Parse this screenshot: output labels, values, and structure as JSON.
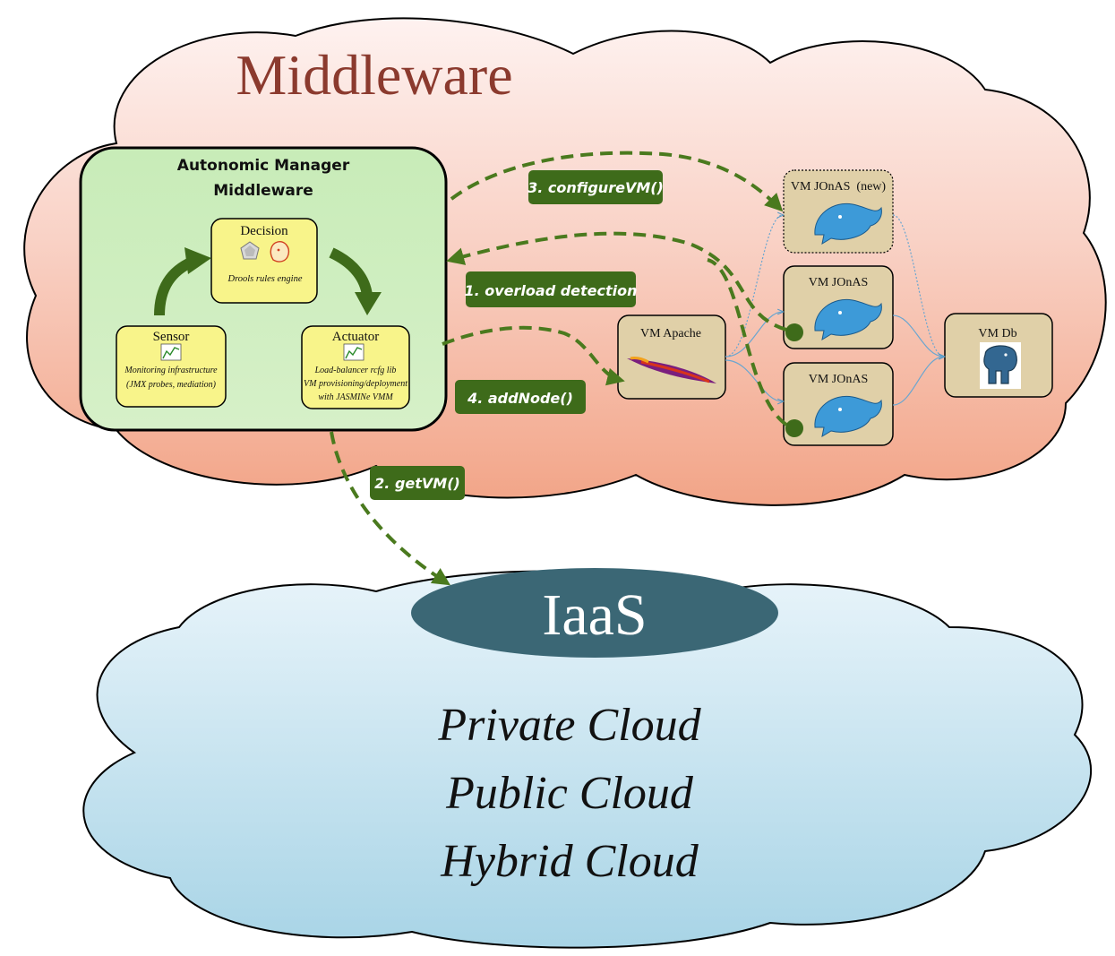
{
  "middleware": {
    "title": "Middleware"
  },
  "manager": {
    "title_line1": "Autonomic Manager",
    "title_line2": "Middleware",
    "decision": {
      "title": "Decision",
      "caption": "Drools rules engine"
    },
    "sensor": {
      "title": "Sensor",
      "caption_line1": "Monitoring infrastructure",
      "caption_line2": "(JMX probes, mediation)"
    },
    "actuator": {
      "title": "Actuator",
      "caption_line1": "Load-balancer rcfg lib",
      "caption_line2": "VM provisioning/deployment",
      "caption_line3": "with JASMINe VMM"
    }
  },
  "steps": {
    "step1": "1. overload detection",
    "step2": "2. getVM()",
    "step3": "3. configureVM()",
    "step4": "4. addNode()"
  },
  "vms": {
    "jonas_new": "VM JOnAS  (new)",
    "jonas1": "VM JOnAS",
    "jonas2": "VM JOnAS",
    "apache": "VM Apache",
    "db": "VM Db"
  },
  "iaas": {
    "title": "IaaS",
    "line1": "Private Cloud",
    "line2": "Public Cloud",
    "line3": "Hybrid Cloud"
  },
  "colors": {
    "middleware_title": "#8b3a2e",
    "manager_fill": "#c4e8b4",
    "step_fill": "#3e6b1a",
    "arrow": "#4a7a1e",
    "vm_fill": "#e0d0a8",
    "iaas_badge": "#3b6775",
    "yellow_box": "#f8f48a"
  },
  "icons": [
    "whale-icon",
    "feather-icon",
    "elephant-icon",
    "chart-icon",
    "pentagon-icon",
    "face-icon"
  ]
}
